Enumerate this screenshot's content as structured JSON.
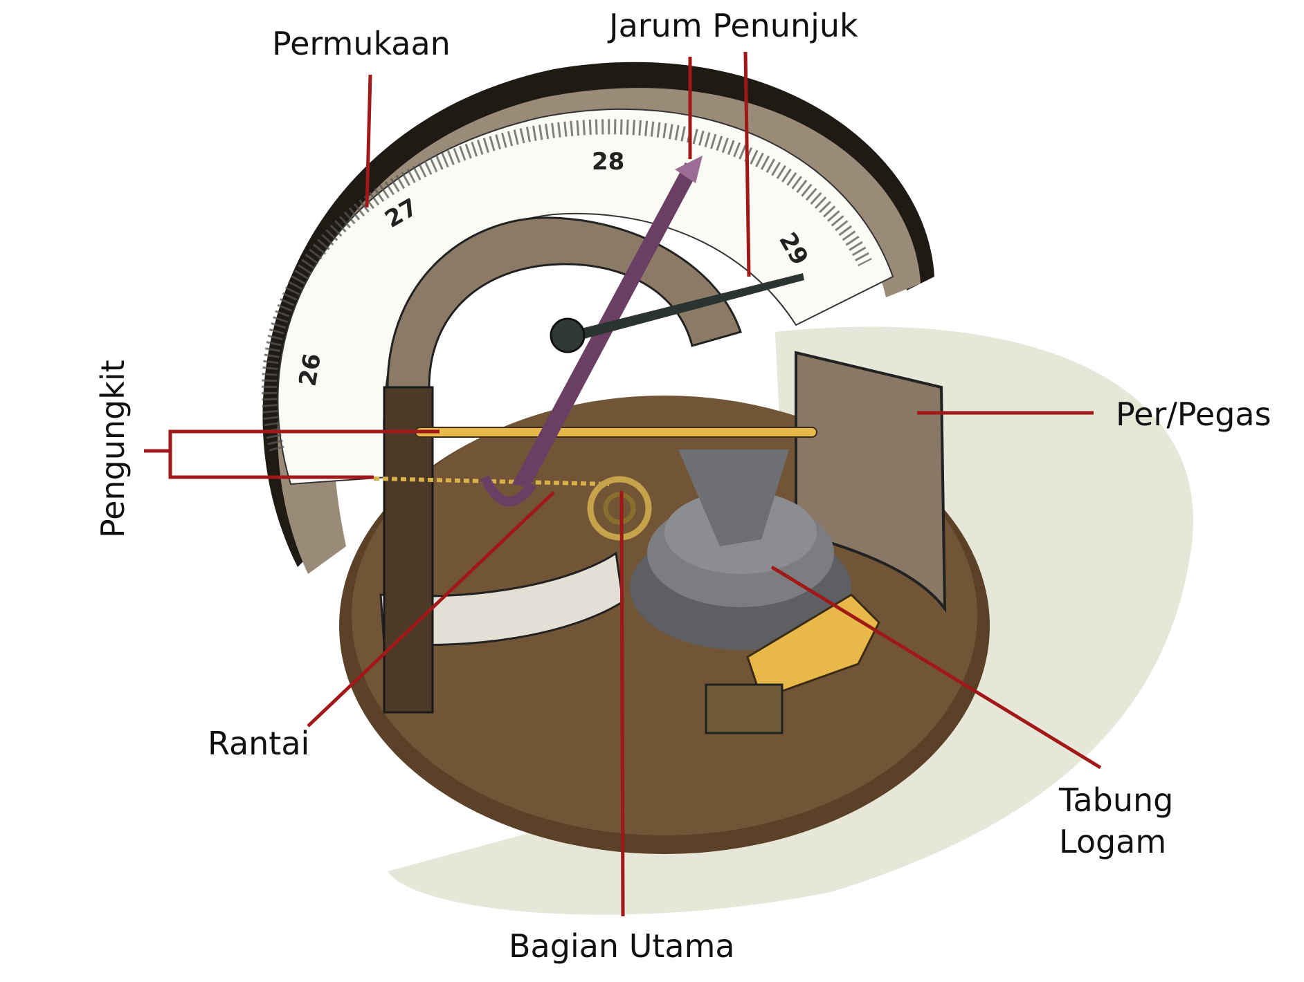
{
  "diagram": {
    "labels": {
      "permukaan": "Permukaan",
      "jarum_penunjuk": "Jarum Penunjuk",
      "per_pegas": "Per/Pegas",
      "pengungkit": "Pengungkit",
      "rantai": "Rantai",
      "tabung_logam_line1": "Tabung",
      "tabung_logam_line2": "Logam",
      "bagian_utama": "Bagian Utama"
    },
    "dial_numbers": [
      "26",
      "27",
      "28",
      "29"
    ],
    "colors": {
      "leader_line": "#a01818",
      "dial_face": "#fbfbf6",
      "body_brown": "#6e5236",
      "dial_rim": "#8d7c6a",
      "shadow": "#e4e4d8",
      "lever_gold": "#e8b94a",
      "needle_purple": "#6b3f64",
      "capsule_gray": "#7b7d80"
    }
  }
}
